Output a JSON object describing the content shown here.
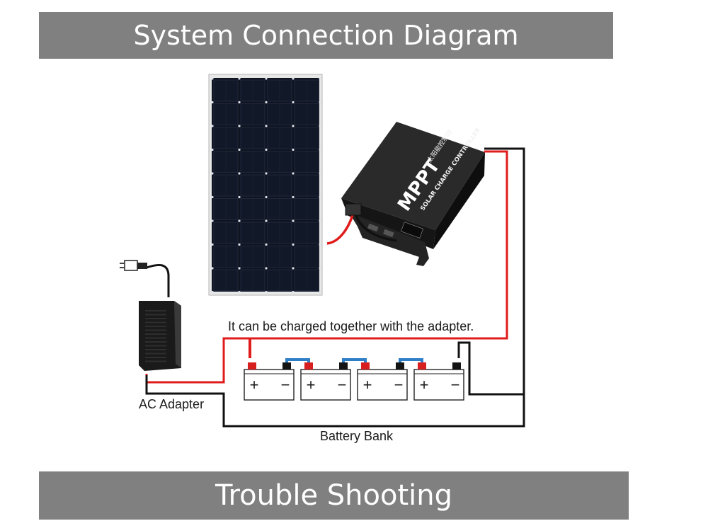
{
  "header": {
    "title": "System Connection Diagram"
  },
  "footer": {
    "title": "Trouble Shooting"
  },
  "diagram": {
    "note_text": "It can be charged together with the adapter.",
    "adapter_label": "AC Adapter",
    "battery_bank_label": "Battery Bank",
    "controller": {
      "brand": "MPPT",
      "line1": "SOLAR CHARGE CONTROLLER",
      "line2": "太阳能控制器"
    },
    "battery_plus": "+",
    "battery_minus": "−",
    "colors": {
      "positive_wire": "#e01b1b",
      "negative_wire": "#111111",
      "link_wire": "#2f7fc7",
      "banner": "#808080",
      "panel_cell": "#111827",
      "controller_body": "#1d1d1d"
    }
  }
}
